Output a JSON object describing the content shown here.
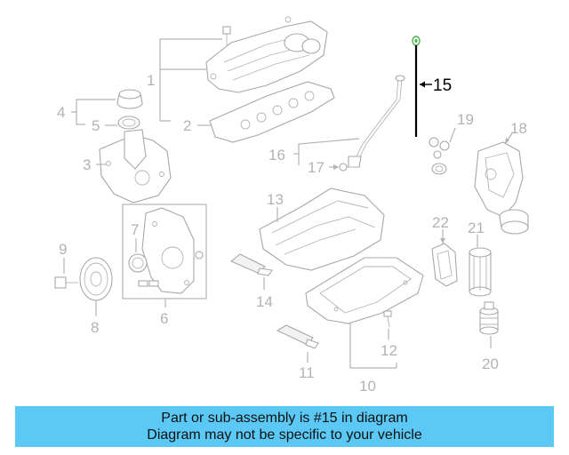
{
  "callouts": {
    "c1": "1",
    "c2": "2",
    "c3": "3",
    "c4": "4",
    "c5": "5",
    "c6": "6",
    "c7": "7",
    "c8": "8",
    "c9": "9",
    "c10": "10",
    "c11": "11",
    "c12": "12",
    "c13": "13",
    "c14": "14",
    "c15": "15",
    "c16": "16",
    "c17": "17",
    "c18": "18",
    "c19": "19",
    "c20": "20",
    "c21": "21",
    "c22": "22"
  },
  "highlight_color": "#000000",
  "part_color": "#a8a8a8",
  "banner": {
    "line1": "Part or sub-assembly is #15 in diagram",
    "line2": "Diagram may not be specific to your vehicle",
    "background": "#5bc8f5"
  }
}
